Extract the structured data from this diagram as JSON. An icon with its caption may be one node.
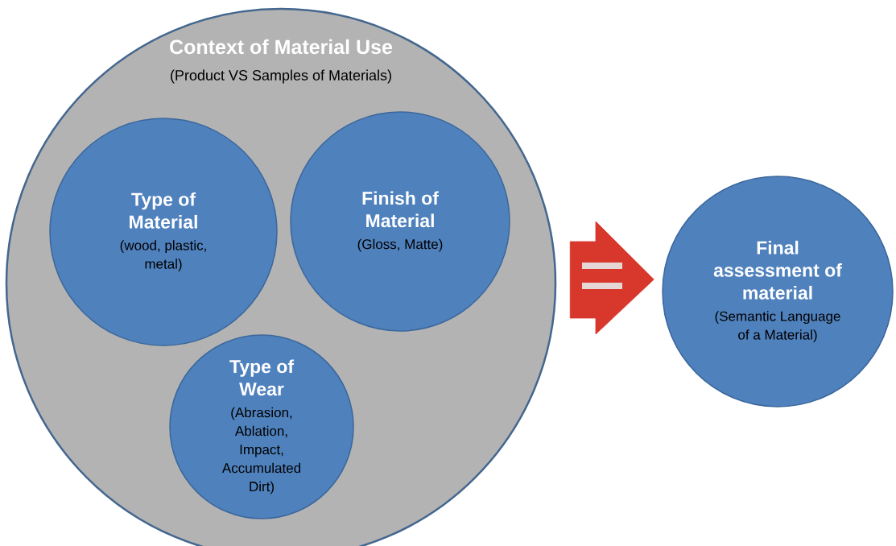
{
  "diagram": {
    "nodes": [
      {
        "text": [
          "Context of Material Use",
          "(Product VS Samples of Materials)"
        ]
      },
      {
        "text": [
          "Type of Material",
          "(wood, plastic, metal)"
        ],
        "in": 0
      },
      {
        "text": [
          "Finish of Material",
          "(Gloss, Matte)"
        ],
        "in": 0
      },
      {
        "text": [
          "Type of Wear",
          "(Abrasion, Ablation, Impact, Accumulated Dirt)"
        ],
        "in": 0
      },
      {
        "text": [
          "Final assessment of material",
          "(Semantic Language of a Material)"
        ]
      }
    ],
    "edges": [
      {
        "from": 0,
        "to": 4,
        "arrow": "to",
        "style": "thick",
        "color": "#d8372c"
      }
    ]
  }
}
